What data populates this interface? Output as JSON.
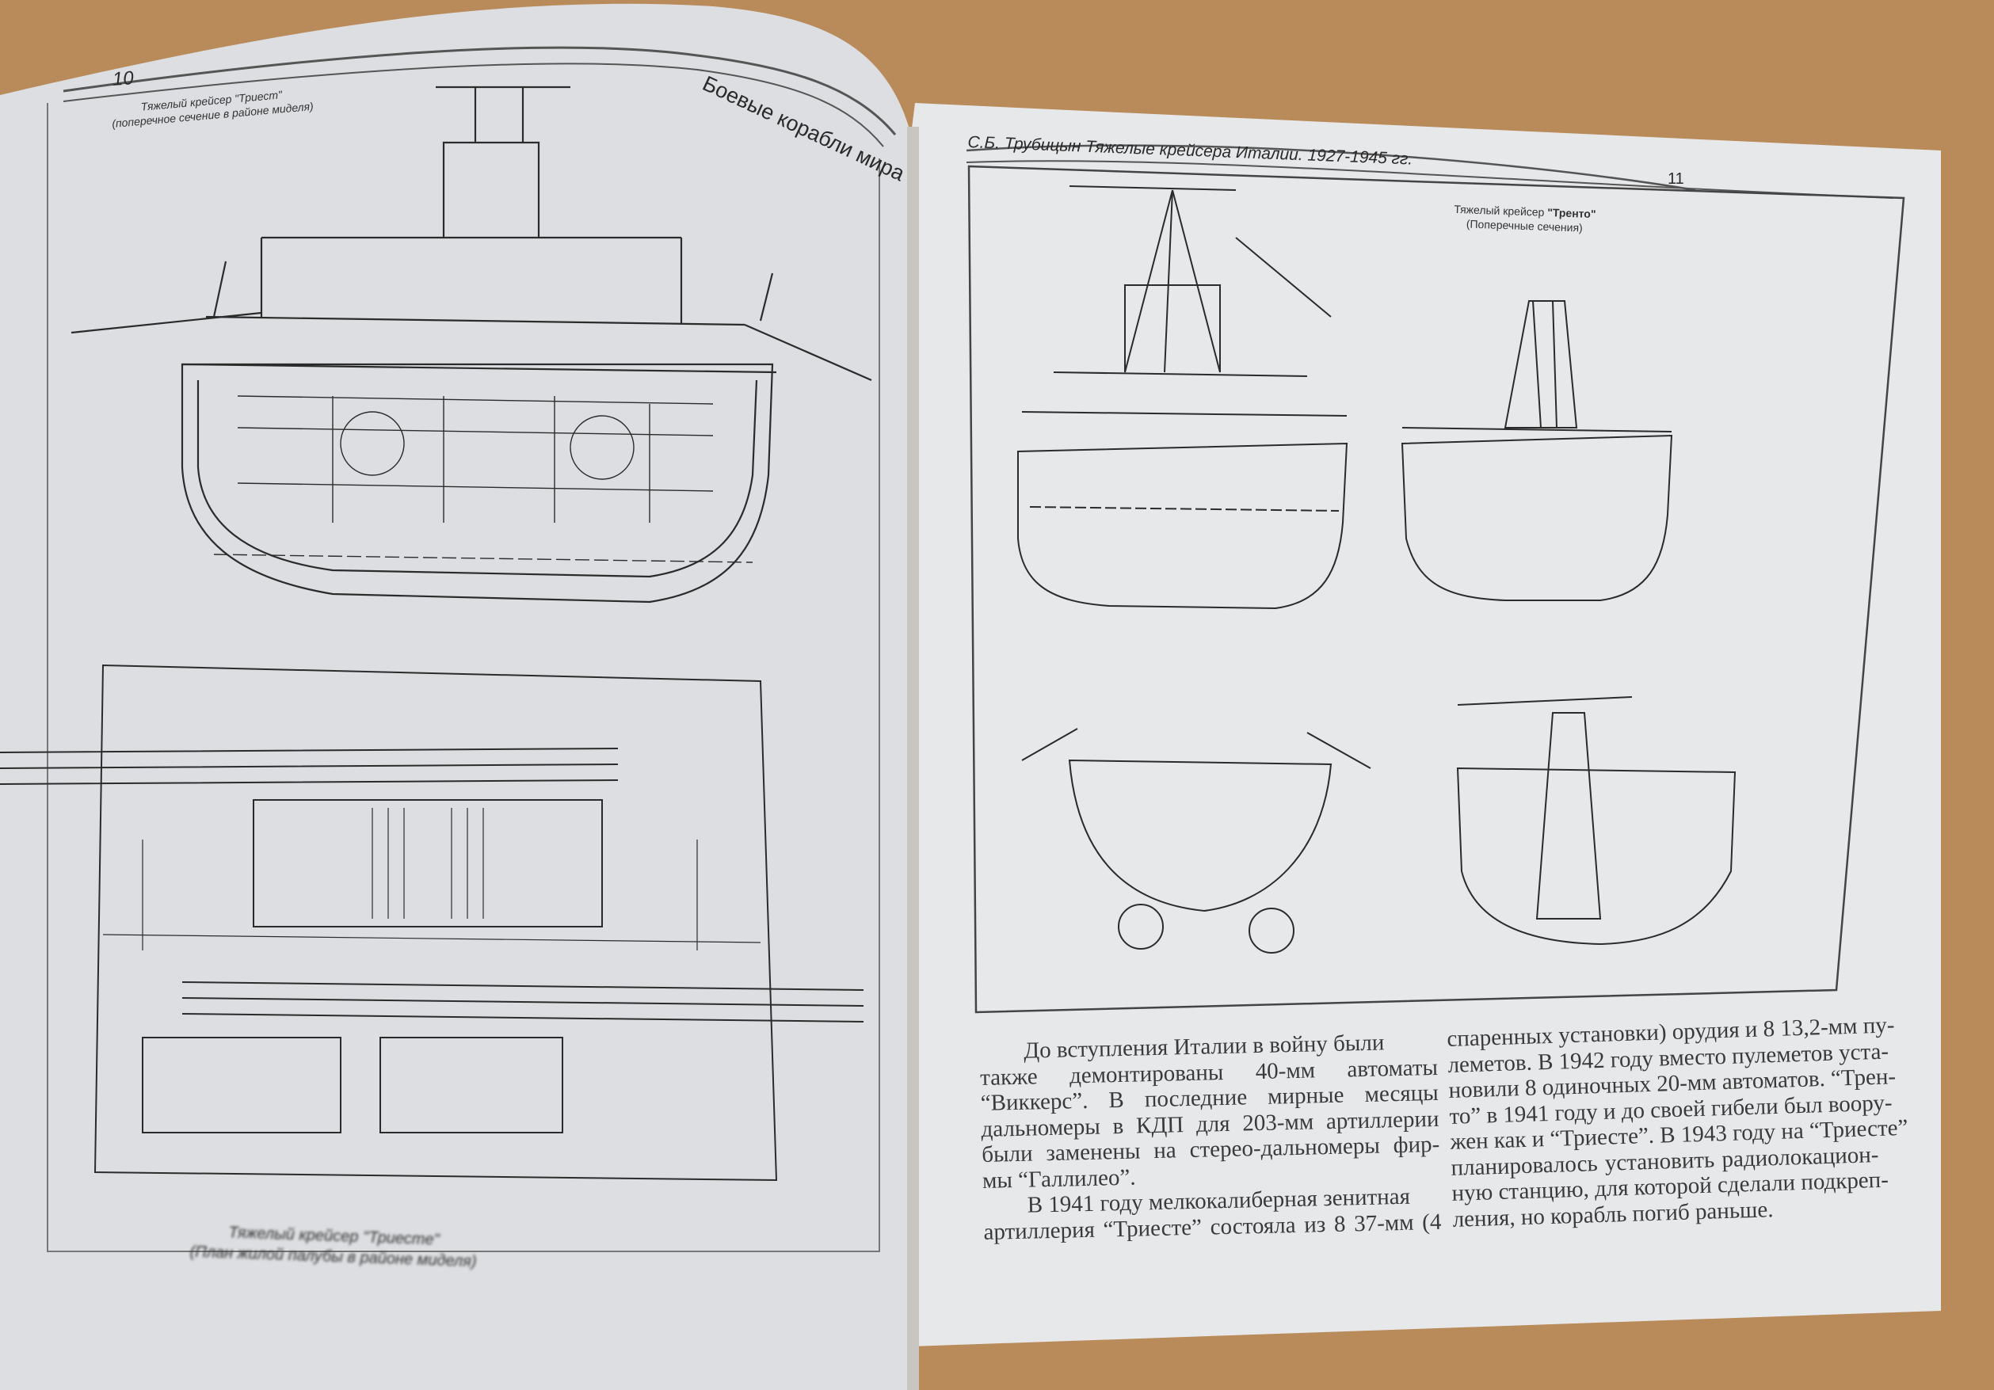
{
  "left_page": {
    "page_number": "10",
    "running_title": "Боевые корабли мира",
    "top_caption": {
      "title": "Тяжелый крейсер \"Триест\"",
      "subtitle": "(поперечное сечение в районе миделя)"
    },
    "bottom_caption": {
      "title": "Тяжелый крейсер \"Триесте\"",
      "subtitle": "(План жилой палубы в районе миделя)"
    }
  },
  "right_page": {
    "page_number": "11",
    "running_title": "С.Б. Трубицын Тяжелые крейсера Италии. 1927-1945 гг.",
    "figure_caption": {
      "title_prefix": "Тяжелый крейсер ",
      "ship": "\"Тренто\"",
      "subtitle": "(Поперечные сечения)"
    },
    "text_left": [
      "До вступления Италии в войну были",
      "также демонтированы 40-мм автоматы",
      "“Виккерс”. В последние мирные месяцы",
      "дальномеры в КДП для 203-мм артиллерии",
      "были заменены на стерео-дальномеры фир-",
      "мы “Галлилео”.",
      "В 1941 году мелкокалиберная зенитная",
      "артиллерия “Триесте” состояла из 8 37-мм (4"
    ],
    "text_right": [
      "спаренных установки) орудия и 8 13,2-мм пу-",
      "леметов. В 1942 году вместо пулеметов уста-",
      "новили 8 одиночных 20-мм автоматов. “Трен-",
      "то” в 1941 году и до своей гибели был воору-",
      "жен как и “Триесте”. В 1943 году на “Триесте”",
      "планировалось установить радиолокацион-",
      "ную станцию, для которой сделали подкреп-",
      "ления, но корабль погиб раньше."
    ]
  },
  "colors": {
    "paper": "#e6e7e9",
    "table": "#b98a5a",
    "ink": "#333333"
  }
}
